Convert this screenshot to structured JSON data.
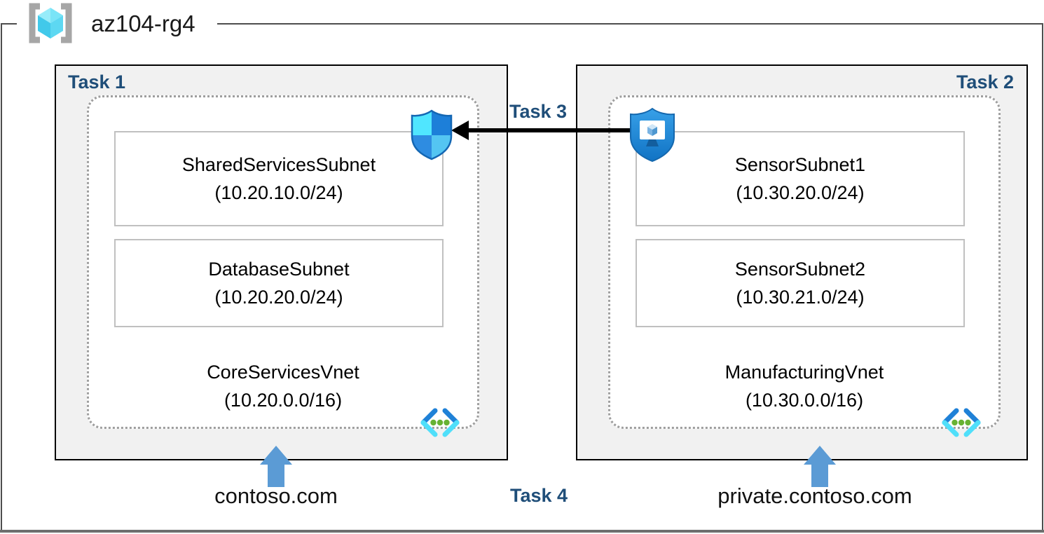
{
  "header": {
    "resource_group": "az104-rg4"
  },
  "labels": {
    "task1": "Task 1",
    "task2": "Task 2",
    "task3": "Task 3",
    "task4": "Task 4"
  },
  "vnets": [
    {
      "task": "Task 1",
      "name": "CoreServicesVnet",
      "cidr": "(10.20.0.0/16)",
      "domain": "contoso.com",
      "subnets": [
        {
          "name": "SharedServicesSubnet",
          "cidr": "(10.20.10.0/24)"
        },
        {
          "name": "DatabaseSubnet",
          "cidr": "(10.20.20.0/24)"
        }
      ]
    },
    {
      "task": "Task 2",
      "name": "ManufacturingVnet",
      "cidr": "(10.30.0.0/16)",
      "domain": "private.contoso.com",
      "subnets": [
        {
          "name": "SensorSubnet1",
          "cidr": "(10.30.20.0/24)"
        },
        {
          "name": "SensorSubnet2",
          "cidr": "(10.30.21.0/24)"
        }
      ]
    }
  ],
  "icons": {
    "resource_group": "resource-group-icon",
    "nsg": "network-security-group-icon",
    "bastion": "bastion-icon",
    "vnet": "virtual-network-icon",
    "flow_arrow": "left-arrow",
    "dns_arrow": "up-arrow"
  },
  "colors": {
    "task_label": "#1F4E79",
    "box_fill": "#F1F1F1",
    "box_border": "#000000",
    "subnet_border": "#C0C0C0",
    "dotted_border": "#9E9E9E",
    "up_arrow": "#5B9BD5",
    "flow_arrow": "#000000",
    "frame": "#4D4D4D",
    "icon_cyan": "#50E6FF",
    "icon_blue": "#1F81D7",
    "icon_green": "#67B233"
  }
}
